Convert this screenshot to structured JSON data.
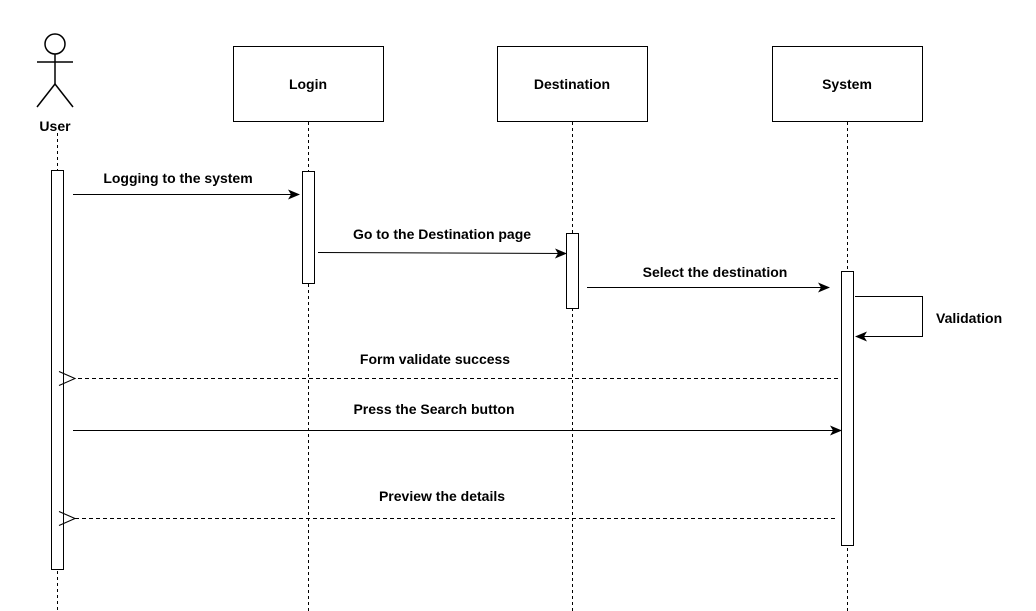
{
  "diagram": {
    "type": "sequence",
    "participants": [
      {
        "id": "user",
        "label": "User",
        "kind": "actor"
      },
      {
        "id": "login",
        "label": "Login",
        "kind": "box"
      },
      {
        "id": "destination",
        "label": "Destination",
        "kind": "box"
      },
      {
        "id": "system",
        "label": "System",
        "kind": "box"
      }
    ],
    "messages": [
      {
        "from": "user",
        "to": "login",
        "label": "Logging to the system",
        "style": "sync"
      },
      {
        "from": "login",
        "to": "destination",
        "label": "Go to the Destination page",
        "style": "sync"
      },
      {
        "from": "destination",
        "to": "system",
        "label": "Select the destination",
        "style": "sync"
      },
      {
        "from": "system",
        "to": "system",
        "label": "Validation",
        "style": "self"
      },
      {
        "from": "system",
        "to": "user",
        "label": "Form validate success",
        "style": "return"
      },
      {
        "from": "user",
        "to": "system",
        "label": "Press the Search button",
        "style": "sync"
      },
      {
        "from": "system",
        "to": "user",
        "label": "Preview the details",
        "style": "return"
      }
    ],
    "colors": {
      "stroke": "#000000",
      "background": "#ffffff"
    }
  }
}
